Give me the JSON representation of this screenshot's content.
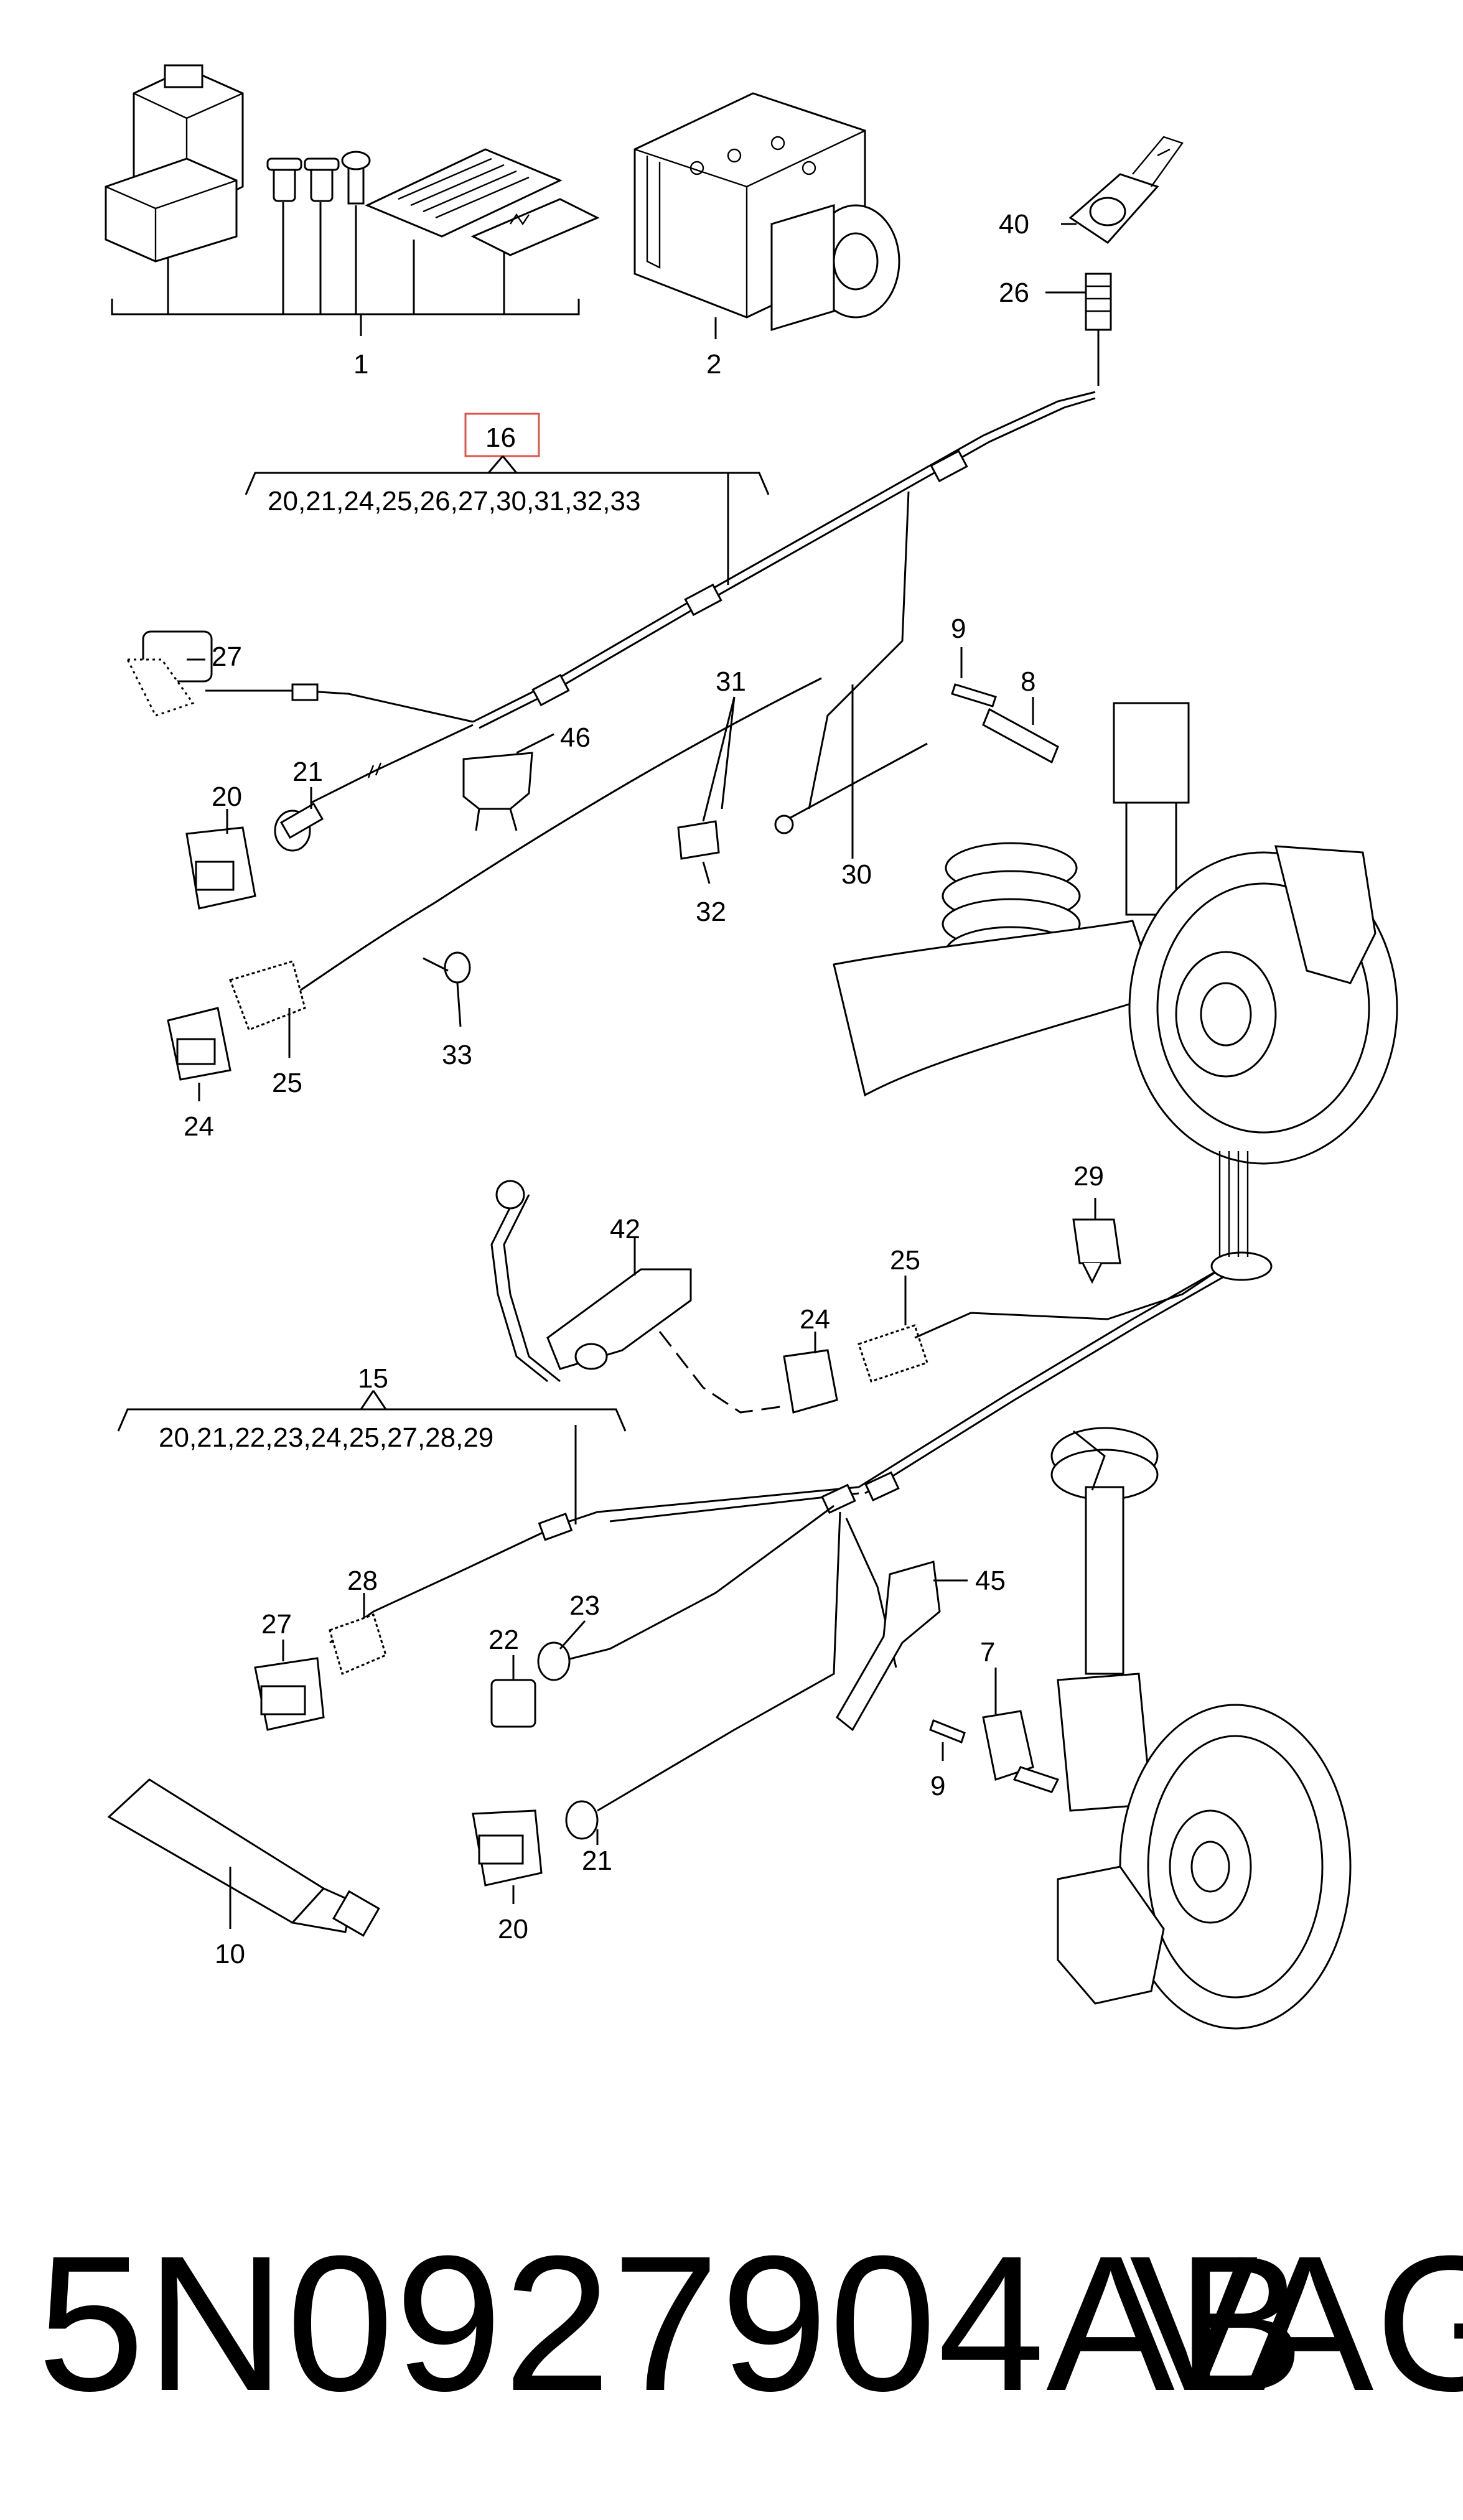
{
  "callouts": {
    "c1": "1",
    "c2": "2",
    "c40": "40",
    "c26a": "26",
    "c16": "16",
    "c27a": "27",
    "c46": "46",
    "c20a": "20",
    "c21a": "21",
    "c24a": "24",
    "c25a": "25",
    "c33": "33",
    "c31": "31",
    "c32": "32",
    "c30": "30",
    "c9a": "9",
    "c8": "8",
    "c42": "42",
    "c29": "29",
    "c25b": "25",
    "c24b": "24",
    "c15": "15",
    "c28": "28",
    "c27b": "27",
    "c22": "22",
    "c23": "23",
    "c45": "45",
    "c7": "7",
    "c9b": "9",
    "c21b": "21",
    "c20b": "20",
    "c10": "10"
  },
  "groups": {
    "g16": "20,21,24,25,26,27,30,31,32,33",
    "g15": "20,21,22,23,24,25,27,28,29"
  },
  "footer": {
    "part_number": "5N0927904AB",
    "brand": "VAG"
  },
  "colors": {
    "highlight_border": "#e0534a",
    "line": "#000000"
  }
}
